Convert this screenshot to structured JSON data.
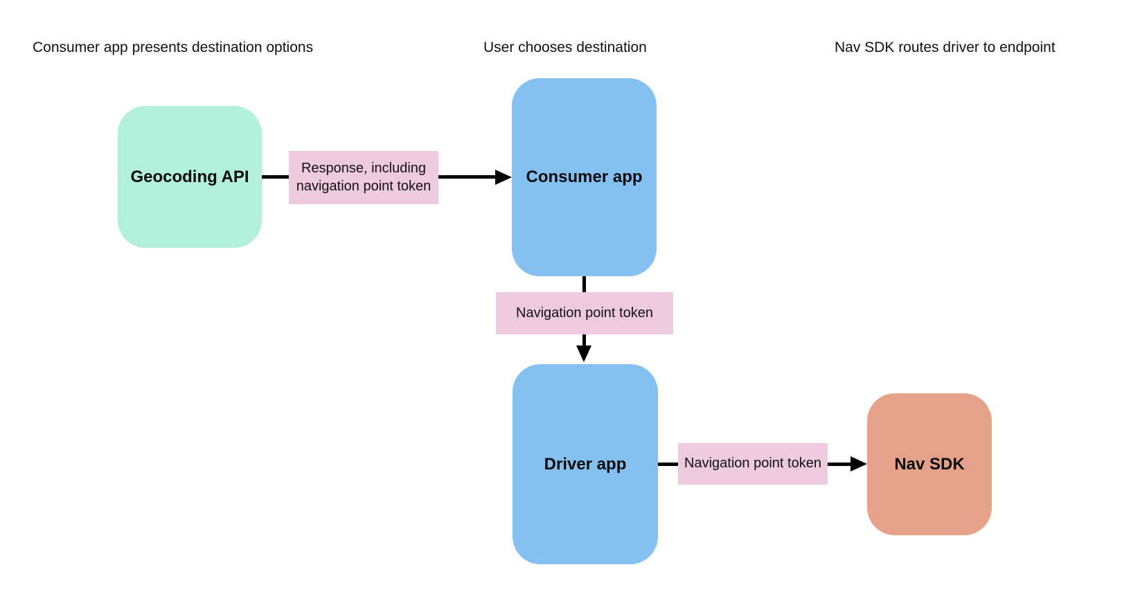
{
  "stages": [
    "Consumer app presents destination options",
    "User chooses destination",
    "Nav SDK routes driver to endpoint"
  ],
  "nodes": {
    "geocoding_api": {
      "label": "Geocoding API",
      "fill": "#b3f0da"
    },
    "consumer_app": {
      "label": "Consumer app",
      "fill": "#84c1f2"
    },
    "driver_app": {
      "label": "Driver app",
      "fill": "#84c1f2"
    },
    "nav_sdk": {
      "label": "Nav SDK",
      "fill": "#e6a289"
    }
  },
  "edges": {
    "geocoding_to_consumer": {
      "from": "Geocoding API",
      "to": "Consumer app",
      "label": "Response, including navigation point token",
      "fill": "#edcade"
    },
    "consumer_to_driver": {
      "from": "Consumer app",
      "to": "Driver app",
      "label": "Navigation point token",
      "fill": "#edcade"
    },
    "driver_to_nav_sdk": {
      "from": "Driver app",
      "to": "Nav SDK",
      "label": "Navigation point token",
      "fill": "#edcade"
    }
  },
  "colors": {
    "background": "#ffffff",
    "arrow": "#000000",
    "text": "#000000"
  }
}
